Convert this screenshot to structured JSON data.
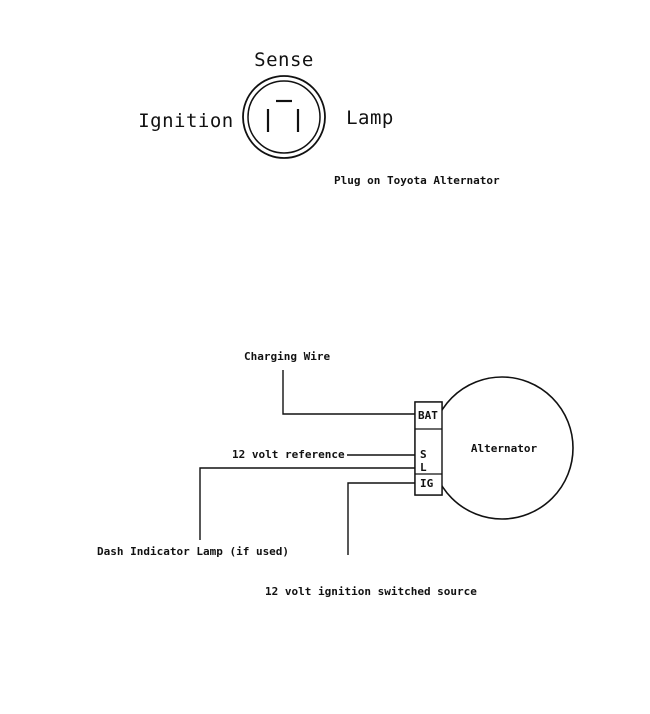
{
  "plug": {
    "sense_label": "Sense",
    "ignition_label": "Ignition",
    "lamp_label": "Lamp",
    "caption": "Plug on Toyota Alternator"
  },
  "wiring": {
    "charging_wire_label": "Charging Wire",
    "reference_label": "12 volt reference",
    "dash_lamp_label": "Dash Indicator Lamp (if used)",
    "ignition_source_label": "12 volt ignition switched source",
    "alternator_label": "Alternator",
    "terminals": {
      "bat": "BAT",
      "s": "S",
      "l": "L",
      "ig": "IG"
    }
  }
}
